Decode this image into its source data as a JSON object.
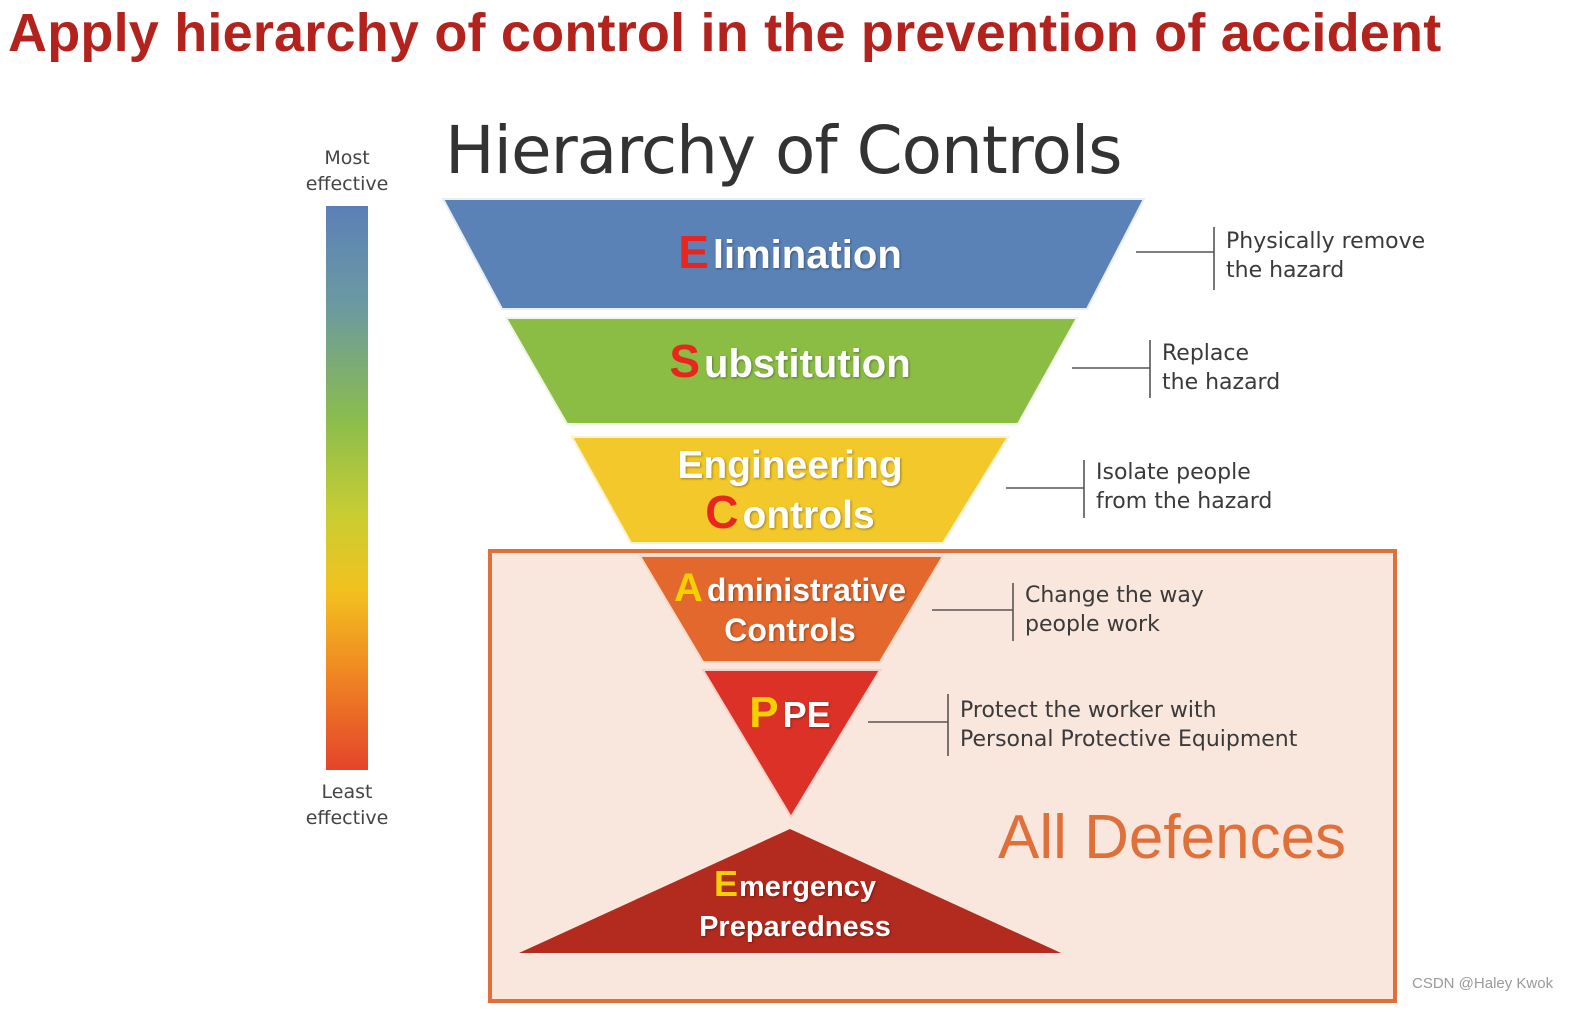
{
  "slide_title": "Apply hierarchy of control in the prevention of accident",
  "diagram_title": "Hierarchy of Controls",
  "scale": {
    "top_label": "Most\neffective",
    "bottom_label": "Least\neffective",
    "gradient_colors": [
      "#5b80b8",
      "#8bbd4d",
      "#f2c21f",
      "#f08a22",
      "#e4442b"
    ]
  },
  "levels": [
    {
      "initial": "E",
      "rest": "limination",
      "initial_color": "#e8261d",
      "band_color": "#5a82b6",
      "description": "Physically remove\nthe hazard"
    },
    {
      "initial": "S",
      "rest": "ubstitution",
      "initial_color": "#e8261d",
      "band_color": "#8bbd45",
      "description": "Replace\nthe hazard"
    },
    {
      "line1": "Engineering",
      "initial": "C",
      "rest": "ontrols",
      "initial_color": "#e8261d",
      "band_color": "#f2c82a",
      "description": "Isolate people\nfrom the hazard"
    },
    {
      "initial": "A",
      "rest": "dministrative",
      "line2": "Controls",
      "initial_color": "#f5d000",
      "band_color": "#e2682d",
      "description": "Change the way\npeople work"
    },
    {
      "initial": "P",
      "rest": "PE",
      "initial_color": "#f5d000",
      "band_color": "#dc3126",
      "description": "Protect the worker with\nPersonal Protective Equipment"
    }
  ],
  "emergency": {
    "initial": "E",
    "rest": "mergency",
    "line2": "Preparedness",
    "band_color": "#b32a1e"
  },
  "defences_label": "All Defences",
  "defences_box_color": "#e0703a",
  "watermark": "CSDN @Haley Kwok"
}
